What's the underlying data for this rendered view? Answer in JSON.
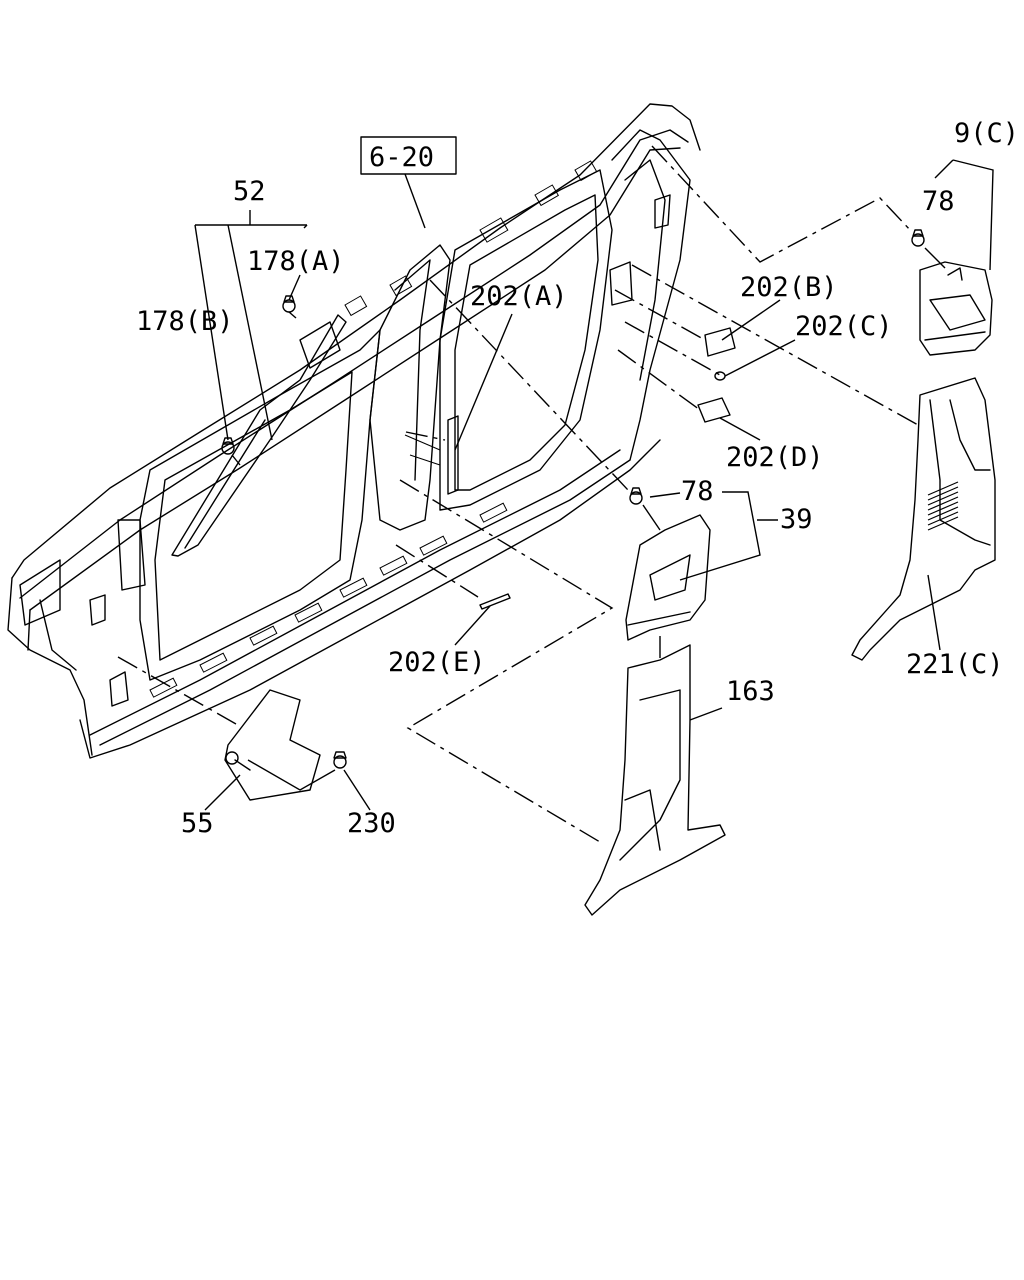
{
  "callouts": {
    "ref_box": "6-20",
    "p52": "52",
    "p178a": "178(A)",
    "p178b": "178(B)",
    "p202a": "202(A)",
    "p202b": "202(B)",
    "p202c": "202(C)",
    "p202d": "202(D)",
    "p202e": "202(E)",
    "p9c": "9(C)",
    "p78_top": "78",
    "p78_mid": "78",
    "p39": "39",
    "p163": "163",
    "p221c": "221(C)",
    "p55": "55",
    "p230": "230"
  },
  "colors": {
    "ink": "#000000",
    "paper": "#ffffff"
  }
}
